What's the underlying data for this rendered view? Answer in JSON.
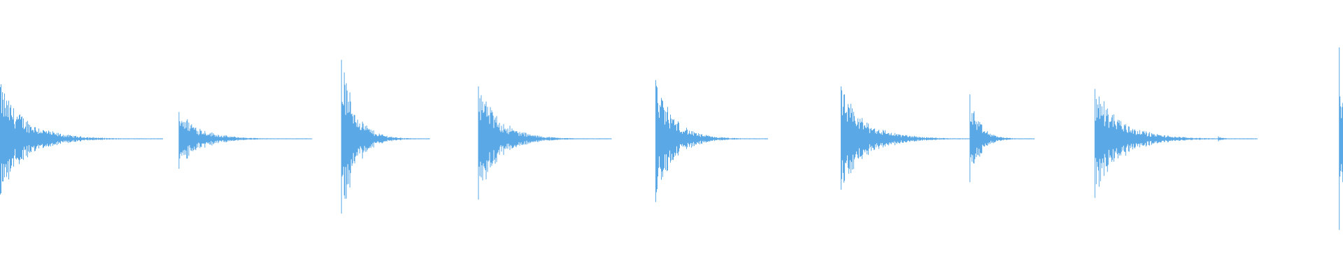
{
  "waveform": {
    "color": "#5aa9e6",
    "baseline_level": 0.0,
    "onsets": [
      {
        "time": 0.0,
        "peak": 0.43,
        "decay": 0.055
      },
      {
        "time": 0.133,
        "peak": 0.24,
        "decay": 0.045
      },
      {
        "time": 0.254,
        "peak": 0.65,
        "decay": 0.03
      },
      {
        "time": 0.356,
        "peak": 0.44,
        "decay": 0.045
      },
      {
        "time": 0.488,
        "peak": 0.49,
        "decay": 0.038
      },
      {
        "time": 0.626,
        "peak": 0.38,
        "decay": 0.055
      },
      {
        "time": 0.722,
        "peak": 0.34,
        "decay": 0.022
      },
      {
        "time": 0.815,
        "peak": 0.43,
        "decay": 0.055
      },
      {
        "time": 0.907,
        "peak": 0.02,
        "decay": 0.012
      },
      {
        "time": 0.997,
        "peak": 0.7,
        "decay": 0.01
      }
    ]
  }
}
